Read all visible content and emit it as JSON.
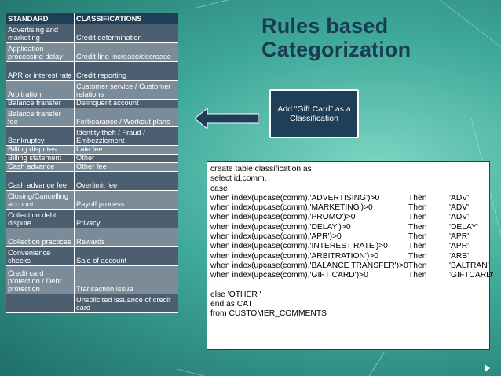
{
  "title": {
    "line1": "Rules based",
    "line2": "Categorization"
  },
  "table": {
    "headers": [
      "STANDARD",
      "CLASSIFICATIONS"
    ],
    "rows": [
      [
        "Advertising and marketing",
        "Credit determination"
      ],
      [
        "Application processing delay",
        "Credit line Increase/decrease"
      ],
      [
        "APR or interest rate",
        "Credit reporting"
      ],
      [
        "Arbitration",
        "Customer service / Customer relations"
      ],
      [
        "Balance transfer",
        "Delinquent account"
      ],
      [
        "Balance transfer fee",
        "Forbearance / Workout plans"
      ],
      [
        "Bankruptcy",
        "Identity theft / Fraud / Embezzlement"
      ],
      [
        "Billing disputes",
        "Late fee"
      ],
      [
        "Billing statement",
        "Other"
      ],
      [
        "Cash advance",
        "Other fee"
      ],
      [
        "Cash advance fee",
        "Overlimit fee"
      ],
      [
        "Closing/Cancelling account",
        "Payoff process"
      ],
      [
        "Collection debt dispute",
        "Privacy"
      ],
      [
        "Collection practices",
        "Rewards"
      ],
      [
        "Convenience checks",
        "Sale of account"
      ],
      [
        "Credit card protection / Debt protection",
        "Transaction issue"
      ],
      [
        "",
        "Unsolicited issuance of credit card"
      ]
    ]
  },
  "note": {
    "text": "Add “Gift Card” as a Classification"
  },
  "code": {
    "lines": [
      {
        "k": "",
        "text": "create table classification as",
        "then": "",
        "value": ""
      },
      {
        "k": "",
        "text": "select id,comm,",
        "then": "",
        "value": ""
      },
      {
        "k": "",
        "text": "case",
        "then": "",
        "value": ""
      },
      {
        "k": "",
        "text": "when index(upcase(comm),'ADVERTISING')>0",
        "then": "Then",
        "value": "'ADV'"
      },
      {
        "k": "",
        "text": "when index(upcase(comm),'MARKETING')>0",
        "then": "Then",
        "value": "'ADV'"
      },
      {
        "k": "",
        "text": "when index(upcase(comm),'PROMO')>0",
        "then": "Then",
        "value": "'ADV'"
      },
      {
        "k": "",
        "text": "when index(upcase(comm),'DELAY')>0",
        "then": "Then",
        "value": "'DELAY'"
      },
      {
        "k": "",
        "text": "when index(upcase(comm),'APR')>0",
        "then": "Then",
        "value": "'APR'"
      },
      {
        "k": "",
        "text": "when index(upcase(comm),'INTEREST RATE')>0",
        "then": "Then",
        "value": "'APR'"
      },
      {
        "k": "",
        "text": "when index(upcase(comm),'ARBITRATION')>0",
        "then": "Then",
        "value": "'ARB'"
      },
      {
        "k": "",
        "text": "when index(upcase(comm),'BALANCE TRANSFER')>0",
        "then": "Then",
        "value": "'BALTRAN'"
      },
      {
        "k": "",
        "text": "when index(upcase(comm),'GIFT CARD')>0",
        "then": "Then",
        "value": "'GIFTCARD'"
      },
      {
        "k": "",
        "text": ".....",
        "then": "",
        "value": ""
      },
      {
        "k": "",
        "text": "else 'OTHER '",
        "then": "",
        "value": ""
      },
      {
        "k": "",
        "text": "end as CAT",
        "then": "",
        "value": ""
      },
      {
        "k": "",
        "text": "from  CUSTOMER_COMMENTS",
        "then": "",
        "value": ""
      }
    ]
  },
  "colors": {
    "header": "#1f3e57",
    "row_dark": "#4b5f71",
    "row_light": "#7c8b98",
    "title": "#1b3b52",
    "arrow": "#1f3e57"
  },
  "icons": {
    "arrow": "left-arrow-icon",
    "nav": "next-slide-icon"
  }
}
